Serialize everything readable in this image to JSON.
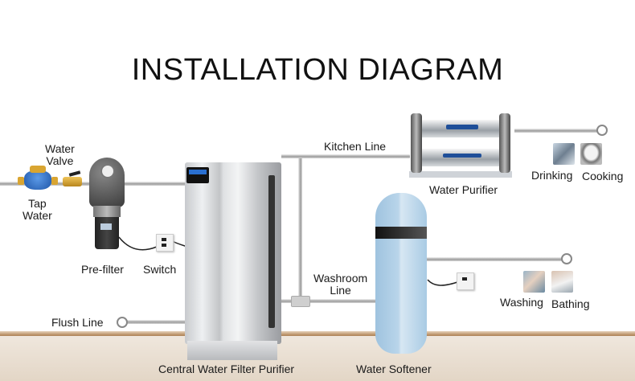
{
  "title": "INSTALLATION DIAGRAM",
  "labels": {
    "water_valve": "Water\nValve",
    "water_valve_l1": "Water",
    "water_valve_l2": "Valve",
    "tap_water_l1": "Tap",
    "tap_water_l2": "Water",
    "pre_filter": "Pre-filter",
    "switch": "Switch",
    "kitchen_line": "Kitchen Line",
    "water_purifier": "Water Purifier",
    "drinking": "Drinking",
    "cooking": "Cooking",
    "washroom_line_l1": "Washroom",
    "washroom_line_l2": "Line",
    "washing": "Washing",
    "bathing": "Bathing",
    "flush_line": "Flush Line",
    "central_filter": "Central Water Filter Purifier",
    "water_softener": "Water Softener"
  },
  "colors": {
    "pipe": "#a8a8a8",
    "meter_blue": "#2a6fc9",
    "brass": "#d9a531",
    "softener_blue": "#a9cbe4",
    "cabinet_silver": "#c9cbce",
    "floor": "#e8ddd0",
    "baseboard": "#b88d62"
  }
}
